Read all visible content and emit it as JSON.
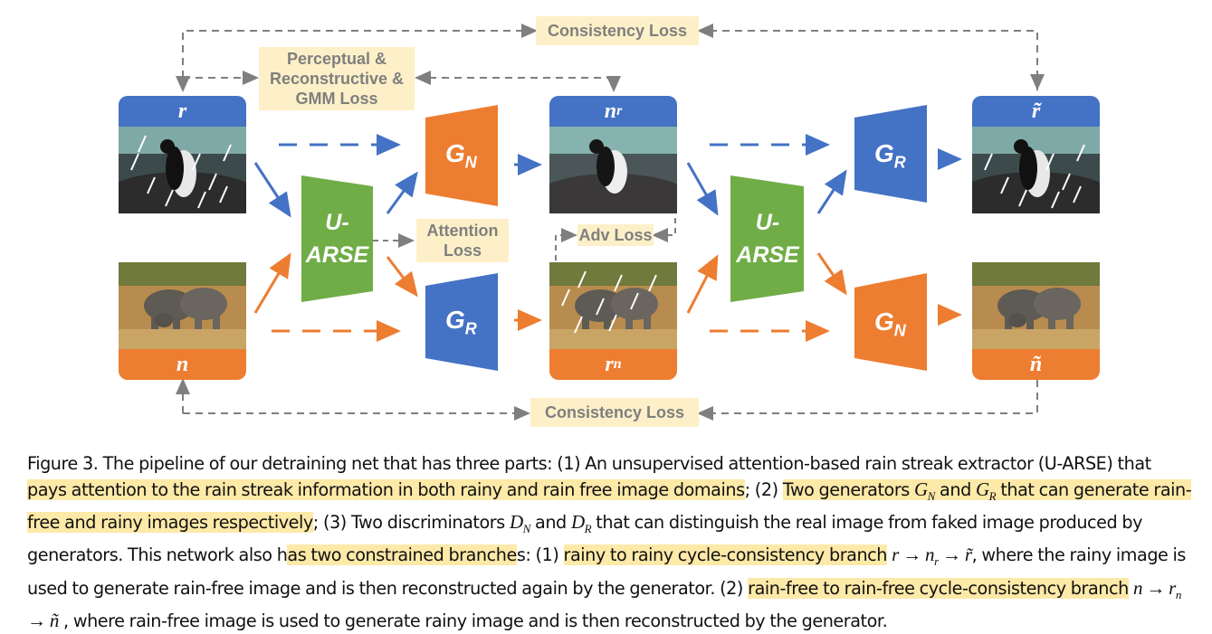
{
  "losses": {
    "consistency_top": "Consistency  Loss",
    "perceptual": "Perceptual &\nReconstructive &\nGMM Loss",
    "attention": "Attention\nLoss",
    "adv": "Adv Loss",
    "consistency_bottom": "Consistency  Loss"
  },
  "panels": {
    "r": "r",
    "n": "n",
    "n_r_main": "n",
    "n_r_sub": "r",
    "r_n_main": "r",
    "r_n_sub": "n",
    "r_tilde": "r̃",
    "n_tilde": "ñ"
  },
  "modules": {
    "uarse_1_line1": "U-",
    "uarse_1_line2": "ARSE",
    "uarse_2_line1": "U-",
    "uarse_2_line2": "ARSE",
    "gen_top_1": "G",
    "gen_top_1_sub": "N",
    "gen_bottom_1": "G",
    "gen_bottom_1_sub": "R",
    "gen_top_2": "G",
    "gen_top_2_sub": "R",
    "gen_bottom_2": "G",
    "gen_bottom_2_sub": "N"
  },
  "colors": {
    "blue": "#4472c4",
    "orange": "#ed7d31",
    "green": "#70ad47",
    "loss_box": "#fdf0c8",
    "highlight": "#fde9a8",
    "dashed_gray": "#7f7f7f"
  },
  "caption": {
    "s1": "Figure 3. The pipeline of our detraining net that has three parts: (1) An unsupervised attention-based rain streak extractor (U-ARSE) that ",
    "h1": "pays attention to the rain streak information in both rainy and rain free image domains",
    "s2": "; (2) ",
    "h2a": "Two generators ",
    "m1": "G",
    "m1s": "N",
    "h2b": " and ",
    "m2": "G",
    "m2s": "R",
    "h2c": " that can generate rain-free and rainy images respectively",
    "s3": "; (3) Two discriminators ",
    "m3": "D",
    "m3s": "N",
    "s3b": " and ",
    "m4": "D",
    "m4s": "R",
    "s3c": " that can distinguish the real image from faked image produced by generators. This network also h",
    "h3": "as two constrained branche",
    "s4": "s: (1) ",
    "h4": "rainy to rainy cycle-consistency branch",
    "s5a": " ",
    "f1": "r → n",
    "f1s": "r",
    "f1b": " → r̃",
    "s5": ", where the rainy image is used to generate rain-free image and is then reconstructed again by the generator. (2) ",
    "h5": "rain-free to rain-free cycle-consistency branch",
    "s6a": " ",
    "f2": "n → r",
    "f2s": "n",
    "f2b": " → ñ",
    "s6": " , where rain-free image is used to generate rainy image and is then reconstructed by the generator."
  }
}
